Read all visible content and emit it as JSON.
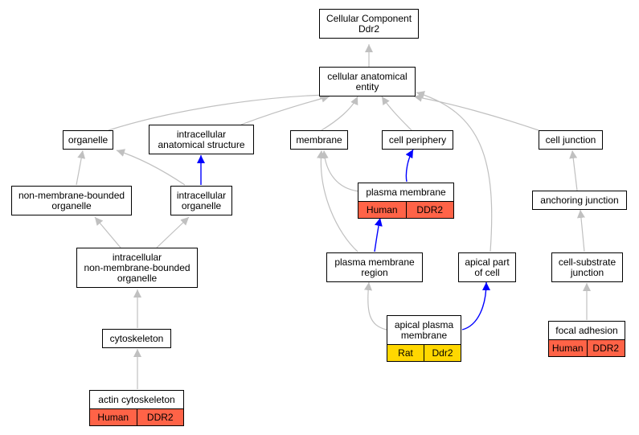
{
  "colors": {
    "gray_edge": "#c0c0c0",
    "blue_edge": "#0000ff",
    "human": "#ff6347",
    "rat": "#ffd700"
  },
  "nodes": {
    "root": {
      "l1": "Cellular Component",
      "l2": "Ddr2"
    },
    "cae": {
      "l1": "cellular anatomical",
      "l2": "entity"
    },
    "organelle": {
      "l1": "organelle"
    },
    "ias": {
      "l1": "intracellular",
      "l2": "anatomical structure"
    },
    "membrane": {
      "l1": "membrane"
    },
    "periphery": {
      "l1": "cell periphery"
    },
    "junction": {
      "l1": "cell junction"
    },
    "nmbo": {
      "l1": "non-membrane-bounded",
      "l2": "organelle"
    },
    "io": {
      "l1": "intracellular",
      "l2": "organelle"
    },
    "pm": {
      "l1": "plasma membrane",
      "org": "Human",
      "gene": "DDR2"
    },
    "anch": {
      "l1": "anchoring junction"
    },
    "inmbo": {
      "l1": "intracellular",
      "l2": "non-membrane-bounded",
      "l3": "organelle"
    },
    "pmr": {
      "l1": "plasma membrane",
      "l2": "region"
    },
    "apical": {
      "l1": "apical part",
      "l2": "of cell"
    },
    "csj": {
      "l1": "cell-substrate",
      "l2": "junction"
    },
    "cyto": {
      "l1": "cytoskeleton"
    },
    "apm": {
      "l1": "apical plasma",
      "l2": "membrane",
      "org": "Rat",
      "gene": "Ddr2"
    },
    "focal": {
      "l1": "focal adhesion",
      "org": "Human",
      "gene": "DDR2"
    },
    "actin": {
      "l1": "actin cytoskeleton",
      "org": "Human",
      "gene": "DDR2"
    }
  }
}
